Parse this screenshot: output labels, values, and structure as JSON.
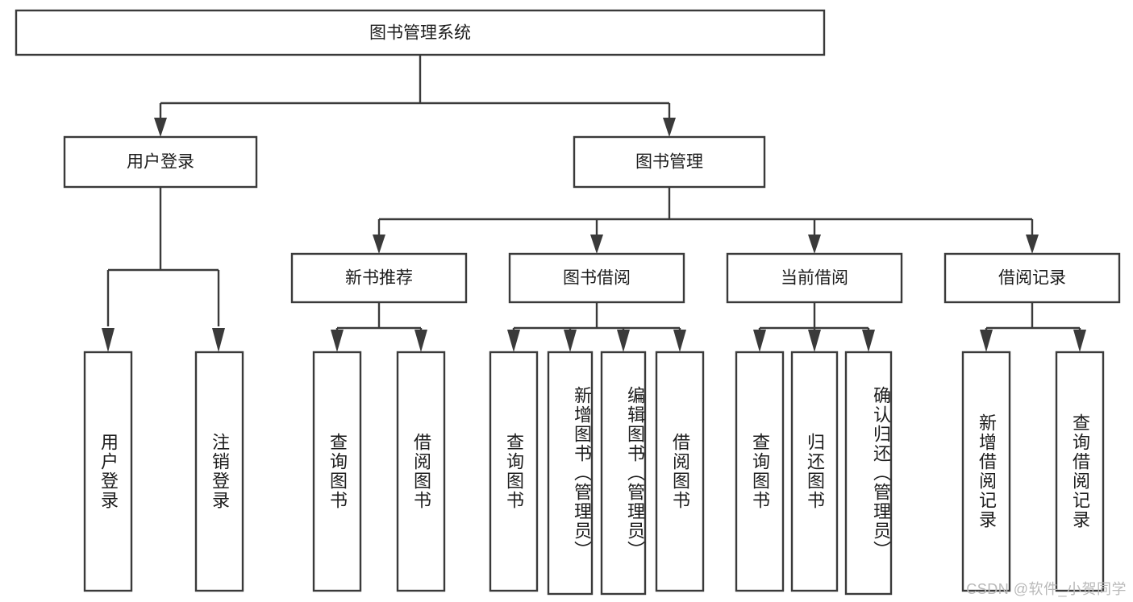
{
  "diagram": {
    "title_node": {
      "label": "图书管理系统"
    },
    "level2": [
      {
        "id": "user-login",
        "label": "用户登录"
      },
      {
        "id": "book-manage",
        "label": "图书管理"
      }
    ],
    "level3": [
      {
        "id": "new-book-recommend",
        "label": "新书推荐"
      },
      {
        "id": "book-borrow",
        "label": "图书借阅"
      },
      {
        "id": "current-borrow",
        "label": "当前借阅"
      },
      {
        "id": "borrow-record",
        "label": "借阅记录"
      }
    ],
    "leaves": [
      {
        "id": "leaf-user-login",
        "label": "用户登录",
        "parent": "user-login"
      },
      {
        "id": "leaf-logout",
        "label": "注销登录",
        "parent": "user-login"
      },
      {
        "id": "leaf-query-book-1",
        "label": "查询图书",
        "parent": "new-book-recommend"
      },
      {
        "id": "leaf-borrow-book-1",
        "label": "借阅图书",
        "parent": "new-book-recommend"
      },
      {
        "id": "leaf-query-book-2",
        "label": "查询图书",
        "parent": "book-borrow"
      },
      {
        "id": "leaf-add-book",
        "label": "新增图书（管理员）",
        "parent": "book-borrow"
      },
      {
        "id": "leaf-edit-book",
        "label": "编辑图书（管理员）",
        "parent": "book-borrow"
      },
      {
        "id": "leaf-borrow-book-2",
        "label": "借阅图书",
        "parent": "book-borrow"
      },
      {
        "id": "leaf-query-book-3",
        "label": "查询图书",
        "parent": "current-borrow"
      },
      {
        "id": "leaf-return-book",
        "label": "归还图书",
        "parent": "current-borrow"
      },
      {
        "id": "leaf-confirm-return",
        "label": "确认归还（管理员）",
        "parent": "current-borrow"
      },
      {
        "id": "leaf-add-record",
        "label": "新增借阅记录",
        "parent": "borrow-record"
      },
      {
        "id": "leaf-query-record",
        "label": "查询借阅记录",
        "parent": "borrow-record"
      }
    ],
    "watermark": "CSDN @软件_小贺同学",
    "colors": {
      "stroke": "#3a3a3a",
      "text": "#1c1c1c",
      "background": "#ffffff",
      "watermark": "#b9b9b9"
    }
  }
}
